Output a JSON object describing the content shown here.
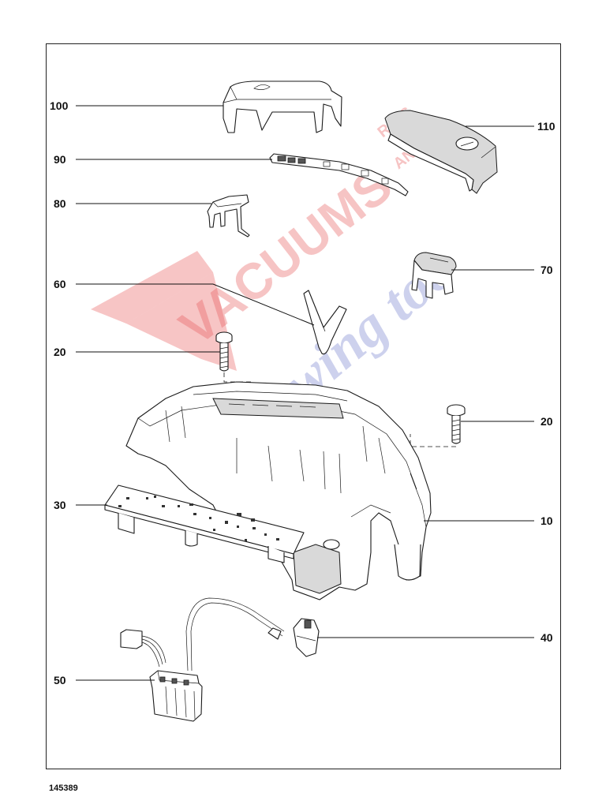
{
  "callouts": {
    "c100": "100",
    "c110": "110",
    "c90": "90",
    "c80": "80",
    "c70": "70",
    "c60": "60",
    "c20a": "20",
    "c20b": "20",
    "c30": "30",
    "c10": "10",
    "c40": "40",
    "c50": "50"
  },
  "reference_number": "145389",
  "watermark": {
    "word1": "VACUUMS",
    "word2": "Sewing too",
    "small1": "R-US",
    "small2": "AND",
    "colors": {
      "red": "#e8585a",
      "blue": "#6b76c9"
    }
  }
}
